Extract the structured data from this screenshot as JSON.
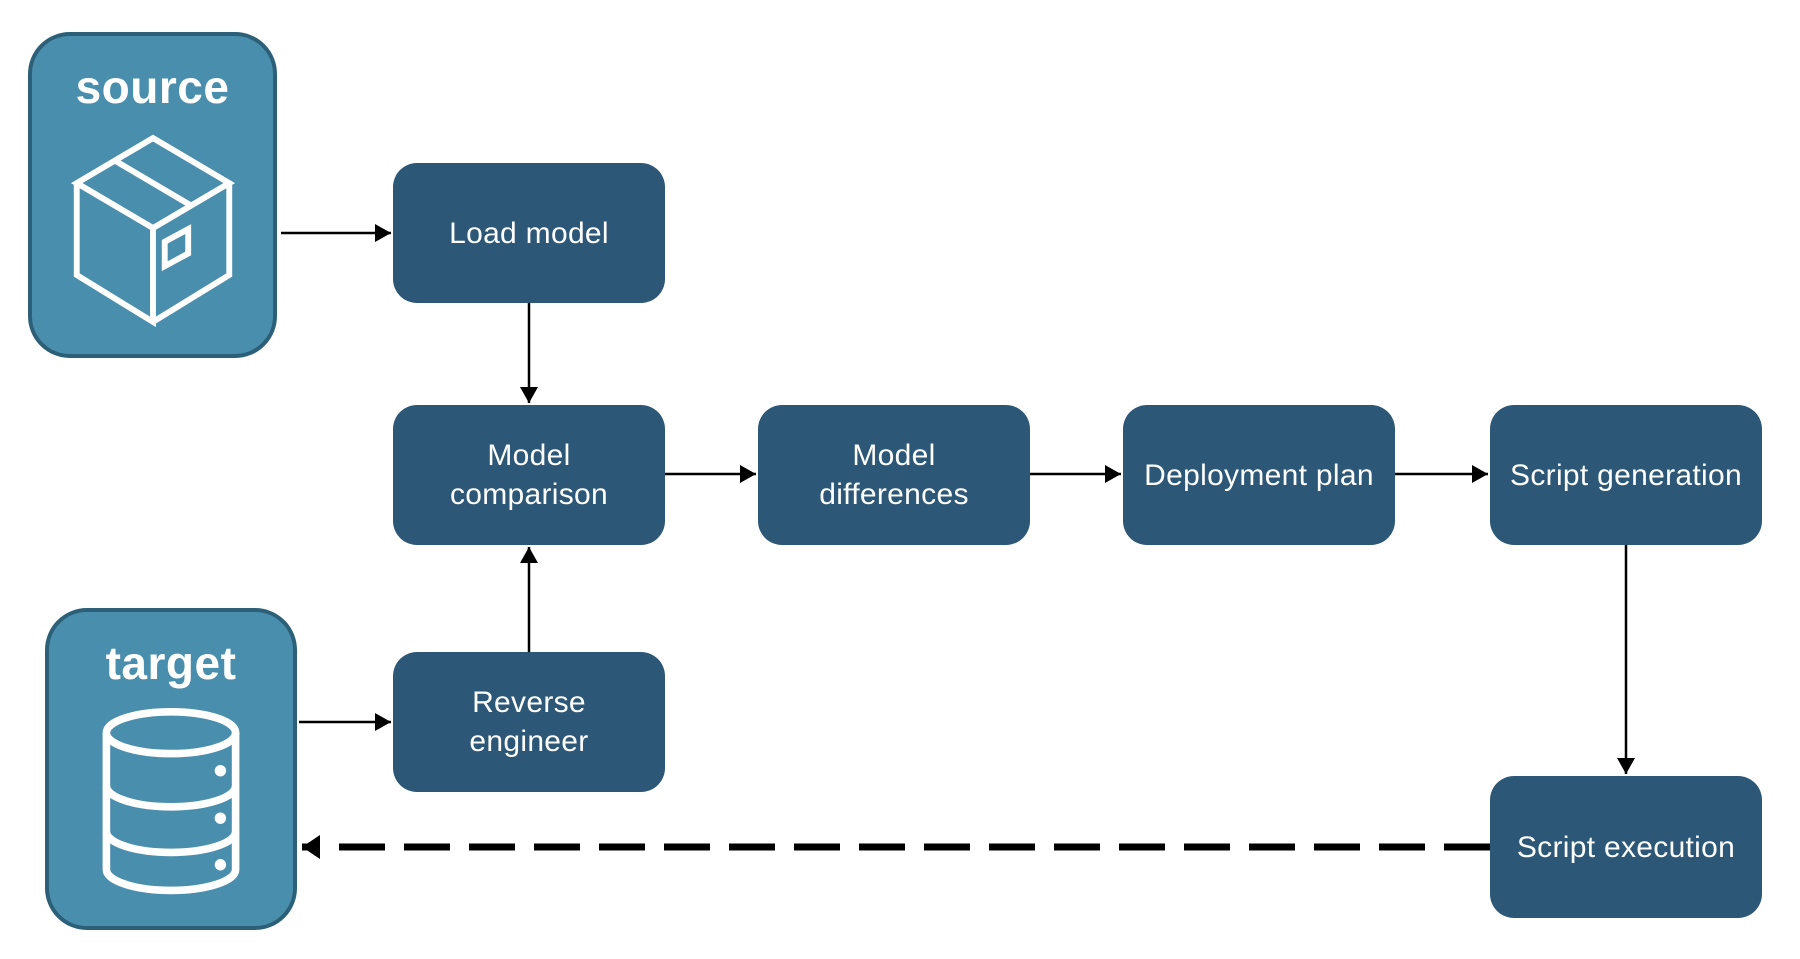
{
  "diagram": {
    "description": "Schema deployment workflow diagram",
    "endpoints": {
      "source": {
        "label": "source",
        "icon": "package-icon"
      },
      "target": {
        "label": "target",
        "icon": "database-icon"
      }
    },
    "nodes": {
      "load_model": {
        "label": "Load model"
      },
      "model_comparison": {
        "label": "Model comparison"
      },
      "model_differences": {
        "label": "Model differences"
      },
      "deployment_plan": {
        "label": "Deployment plan"
      },
      "script_generation": {
        "label": "Script generation"
      },
      "reverse_engineer": {
        "label": "Reverse engineer"
      },
      "script_execution": {
        "label": "Script execution"
      }
    },
    "edges": [
      {
        "from": "source",
        "to": "load_model",
        "style": "solid"
      },
      {
        "from": "load_model",
        "to": "model_comparison",
        "style": "solid"
      },
      {
        "from": "target",
        "to": "reverse_engineer",
        "style": "solid"
      },
      {
        "from": "reverse_engineer",
        "to": "model_comparison",
        "style": "solid"
      },
      {
        "from": "model_comparison",
        "to": "model_differences",
        "style": "solid"
      },
      {
        "from": "model_differences",
        "to": "deployment_plan",
        "style": "solid"
      },
      {
        "from": "deployment_plan",
        "to": "script_generation",
        "style": "solid"
      },
      {
        "from": "script_generation",
        "to": "script_execution",
        "style": "solid"
      },
      {
        "from": "script_execution",
        "to": "target",
        "style": "dashed"
      }
    ],
    "colors": {
      "background": "#ffffff",
      "node_fill": "#2d5777",
      "node_text": "#fdfdfd",
      "endpoint_fill": "#4a8ead",
      "endpoint_border": "#2b6078",
      "endpoint_text": "#ffffff",
      "arrow": "#000000"
    }
  }
}
